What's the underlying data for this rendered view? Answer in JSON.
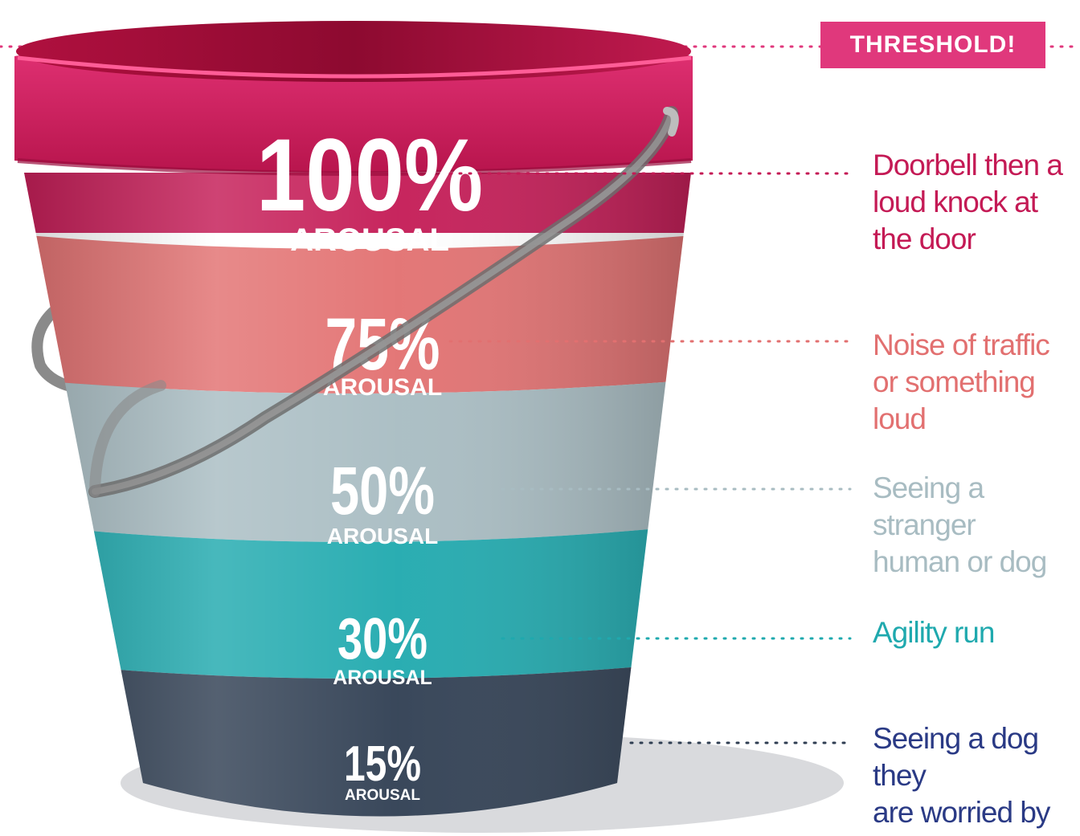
{
  "threshold": {
    "label": "THRESHOLD!",
    "color": "#e0387c"
  },
  "levels": [
    {
      "percent": "100%",
      "caption": "AROUSAL",
      "trigger": "Doorbell then a\nloud knock at\nthe door",
      "color": "#c41a55",
      "text_color": "#c41a55"
    },
    {
      "percent": "75%",
      "caption": "AROUSAL",
      "trigger": "Noise of traffic\nor something loud",
      "color": "#e27070",
      "text_color": "#e27070"
    },
    {
      "percent": "50%",
      "caption": "AROUSAL",
      "trigger": "Seeing a stranger\nhuman or dog",
      "color": "#a8bcc2",
      "text_color": "#a8bcc2"
    },
    {
      "percent": "30%",
      "caption": "AROUSAL",
      "trigger": "Agility run",
      "color": "#1fa9ae",
      "text_color": "#1fa9ae"
    },
    {
      "percent": "15%",
      "caption": "AROUSAL",
      "trigger": "Seeing a dog they\nare worried by",
      "color": "#2f3e52",
      "text_color": "#2a3a85"
    }
  ]
}
